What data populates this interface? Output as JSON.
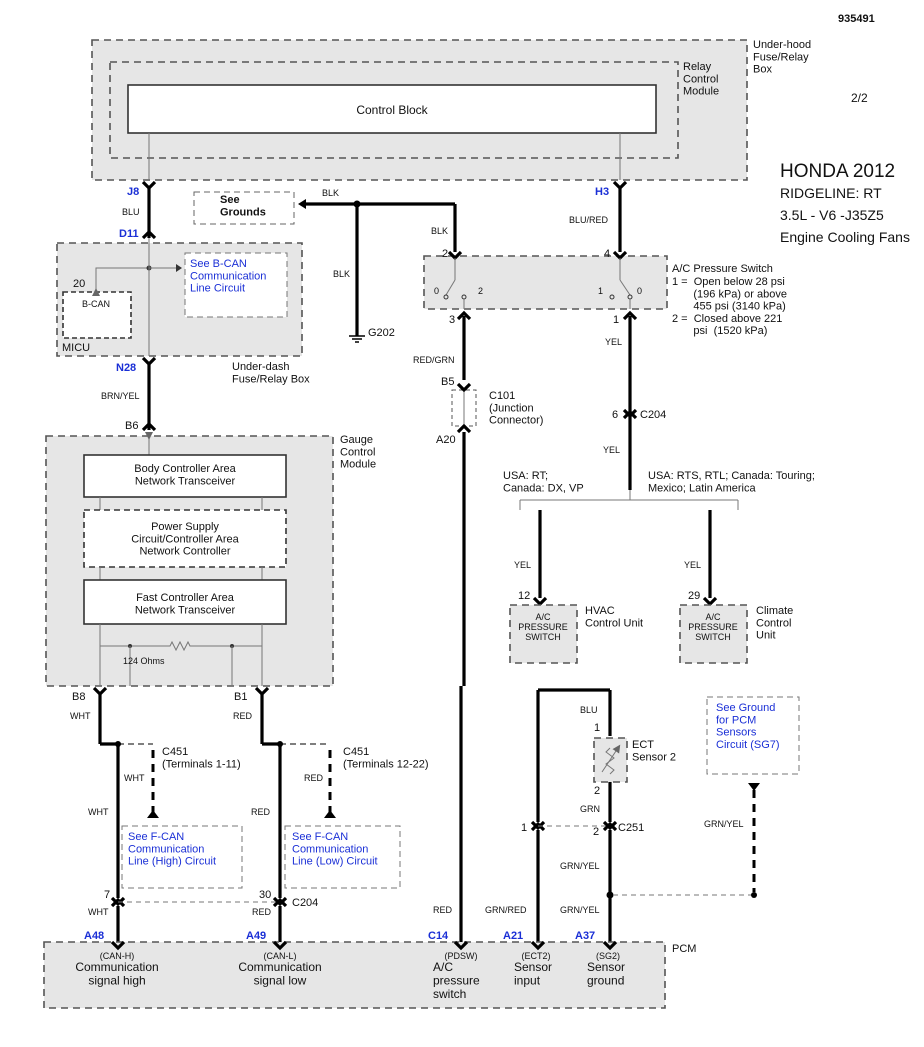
{
  "doc_id": "935491",
  "page": "2/2",
  "header": {
    "make": "HONDA 2012",
    "model": "RIDGELINE: RT",
    "engine": "3.5L - V6 -J35Z5",
    "system": "Engine Cooling Fans"
  },
  "modules": {
    "underhood": "Under-hood\nFuse/Relay\nBox",
    "relay_control": "Relay\nControl\nModule",
    "control_block": "Control Block",
    "micu": "MICU",
    "bcan": "B-CAN",
    "underdash": "Under-dash\nFuse/Relay Box",
    "gauge": "Gauge\nControl\nModule",
    "body_can": "Body Controller Area\nNetwork Transceiver",
    "power_supply": "Power Supply\nCircuit/Controller Area\nNetwork Controller",
    "fast_can": "Fast Controller Area\nNetwork Transceiver",
    "ohms": "124 Ohms",
    "pcm": "PCM"
  },
  "links": {
    "see_grounds": "See\nGrounds",
    "see_bcan": "See B-CAN\nCommunication\nLine Circuit",
    "see_fcan_high": "See F-CAN\nCommunication\nLine (High) Circuit",
    "see_fcan_low": "See F-CAN\nCommunication\nLine (Low) Circuit",
    "see_ground_pcm": "See Ground\nfor PCM\nSensors\nCircuit (SG7)"
  },
  "connectors": {
    "J8": "J8",
    "H3": "H3",
    "D11": "D11",
    "N28": "N28",
    "B6": "B6",
    "B8": "B8",
    "B1": "B1",
    "A48": "A48",
    "A49": "A49",
    "C14": "C14",
    "A21": "A21",
    "A37": "A37",
    "B5": "B5",
    "A20": "A20",
    "c101": "C101\n(Junction\nConnector)",
    "c204": "C204",
    "c451_a": "C451\n(Terminals 1-11)",
    "c451_b": "C451\n(Terminals 12-22)",
    "c251": "C251",
    "g202": "G202"
  },
  "pins": {
    "p20": "20",
    "p2a": "2",
    "p4": "4",
    "p3": "3",
    "p1a": "1",
    "p6": "6",
    "p12": "12",
    "p29": "29",
    "p7": "7",
    "p30": "30",
    "p1b": "1",
    "p2b": "2",
    "p1c": "1",
    "p2c": "2",
    "sw0a": "0",
    "sw2": "2",
    "sw1": "1",
    "sw0b": "0"
  },
  "wires": {
    "blu": "BLU",
    "blk1": "BLK",
    "blk2": "BLK",
    "blk3": "BLK",
    "blu_red": "BLU/RED",
    "brn_yel": "BRN/YEL",
    "red_grn": "RED/GRN",
    "yel1": "YEL",
    "yel2": "YEL",
    "yel3": "YEL",
    "yel4": "YEL",
    "wht1": "WHT",
    "wht2": "WHT",
    "wht3": "WHT",
    "wht4": "WHT",
    "red1": "RED",
    "red2": "RED",
    "red3": "RED",
    "red4": "RED",
    "red5": "RED",
    "blu2": "BLU",
    "grn": "GRN",
    "grn_yel1": "GRN/YEL",
    "grn_yel2": "GRN/YEL",
    "grn_yel3": "GRN/YEL",
    "grn_red": "GRN/RED"
  },
  "switch": {
    "title": "A/C Pressure Switch",
    "desc": "1 =  Open below 28 psi\n       (196 kPa) or above\n       455 psi (3140 kPa)\n2 =  Closed above 221\n       psi  (1520 kPa)"
  },
  "variants": {
    "left": "USA: RT;\nCanada: DX, VP",
    "right": "USA: RTS, RTL; Canada: Touring;\nMexico; Latin America"
  },
  "units": {
    "acps_a": "A/C\nPRESSURE\nSWITCH",
    "acps_b": "A/C\nPRESSURE\nSWITCH",
    "hvac": "HVAC\nControl Unit",
    "climate": "Climate\nControl\nUnit",
    "ect": "ECT\nSensor 2"
  },
  "pcm_terminals": {
    "canh_code": "(CAN-H)",
    "canh": "Communication\nsignal high",
    "canl_code": "(CAN-L)",
    "canl": "Communication\nsignal low",
    "pdsw_code": "(PDSW)",
    "pdsw": "A/C\npressure\nswitch",
    "ect2_code": "(ECT2)",
    "ect2": "Sensor\ninput",
    "sg2_code": "(SG2)",
    "sg2": "Sensor\nground"
  },
  "colors": {
    "link_blue": "#1a2fd6",
    "module_fill": "#e6e6e6"
  }
}
